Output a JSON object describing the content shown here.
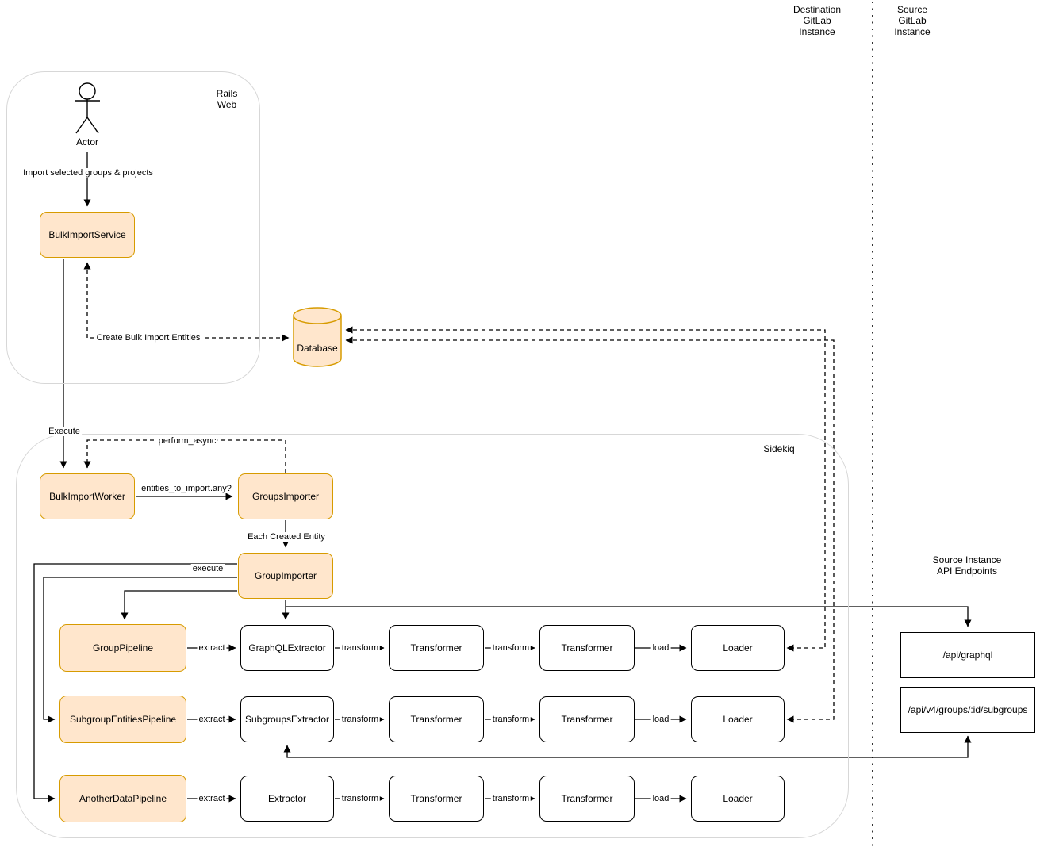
{
  "lanes": {
    "destination": "Destination\nGitLab\nInstance",
    "source": "Source\nGitLab\nInstance"
  },
  "rails_web": {
    "label": "Rails\nWeb",
    "actor_label": "Actor",
    "import_edge_label": "Import selected groups & projects",
    "bulk_import_service": "BulkImportService"
  },
  "database": {
    "label": "Database",
    "create_entities_edge_label": "Create Bulk Import Entities"
  },
  "sidekiq": {
    "label": "Sidekiq",
    "execute_edge_label": "Execute",
    "perform_async_edge_label": "perform_async",
    "bulk_import_worker": "BulkImportWorker",
    "entities_edge_label": "entities_to_import.any?",
    "groups_importer": "GroupsImporter",
    "each_created_entity_edge_label": "Each Created Entity",
    "group_importer": "GroupImporter",
    "inner_execute_edge_label": "execute",
    "edge_labels": {
      "extract": "extract",
      "transform": "transform",
      "load": "load"
    },
    "pipelines": [
      {
        "pipeline": "GroupPipeline",
        "extractor": "GraphQLExtractor",
        "transformer_1": "Transformer",
        "transformer_2": "Transformer",
        "loader": "Loader"
      },
      {
        "pipeline": "SubgroupEntitiesPipeline",
        "extractor": "SubgroupsExtractor",
        "transformer_1": "Transformer",
        "transformer_2": "Transformer",
        "loader": "Loader"
      },
      {
        "pipeline": "AnotherDataPipeline",
        "extractor": "Extractor",
        "transformer_1": "Transformer",
        "transformer_2": "Transformer",
        "loader": "Loader"
      }
    ]
  },
  "api": {
    "title": "Source Instance API Endpoints",
    "endpoints": [
      "/api/graphql",
      "/api/v4/groups/:id/subgroups"
    ]
  },
  "colors": {
    "node_fill": "#ffe6cc",
    "node_stroke": "#d79b00"
  }
}
